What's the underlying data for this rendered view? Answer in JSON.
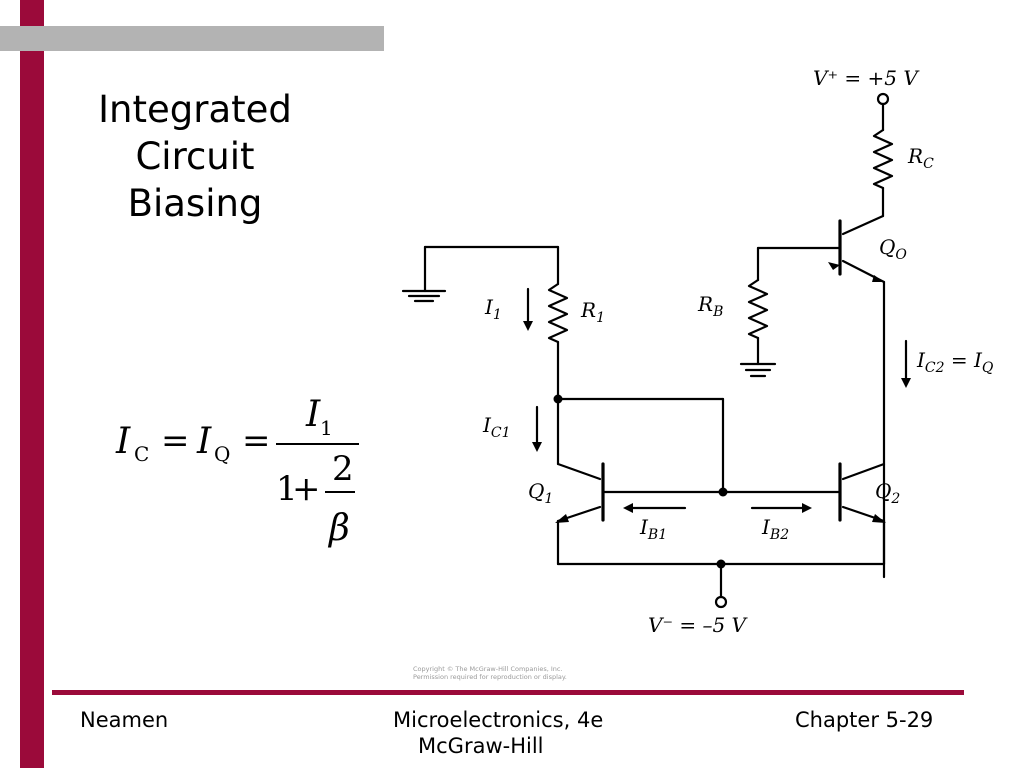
{
  "slide": {
    "title_lines": [
      "Integrated",
      "Circuit",
      "Biasing"
    ],
    "colors": {
      "accent": "#9b0a3a",
      "gray_bar": "#b3b3b3",
      "copyright": "#9a9a9a"
    }
  },
  "formula": {
    "lhs_symbol": "I",
    "lhs_sub": "C",
    "mid_symbol": "I",
    "mid_sub": "Q",
    "equals": "=",
    "numerator_symbol": "I",
    "numerator_sub": "1",
    "denominator_one": "1",
    "plus": "+",
    "inner_numerator": "2",
    "inner_denominator": "β"
  },
  "circuit": {
    "vplus_label": "V⁺ = +5 V",
    "vminus_label": "V⁻ = –5 V",
    "rc_label": "R",
    "rc_sub": "C",
    "qo_label": "Q",
    "qo_sub": "O",
    "rb_label": "R",
    "rb_sub": "B",
    "r1_label": "R",
    "r1_sub": "1",
    "i1_label": "I",
    "i1_sub": "1",
    "ic1_label": "I",
    "ic1_sub": "C1",
    "ic2_label": "I",
    "ic2_sub": "C2",
    "ic2_eq": " = ",
    "iq_label": "I",
    "iq_sub": "Q",
    "q1_label": "Q",
    "q1_sub": "1",
    "q2_label": "Q",
    "q2_sub": "2",
    "ib1_label": "I",
    "ib1_sub": "B1",
    "ib2_label": "I",
    "ib2_sub": "B2",
    "copyright_line1": "Copyright © The McGraw-Hill Companies, Inc.",
    "copyright_line2": "Permission required for reproduction or display."
  },
  "footer": {
    "author": "Neamen",
    "book_line1": "Microelectronics, 4e",
    "book_line2": "McGraw-Hill",
    "chapter": "Chapter 5-29"
  }
}
